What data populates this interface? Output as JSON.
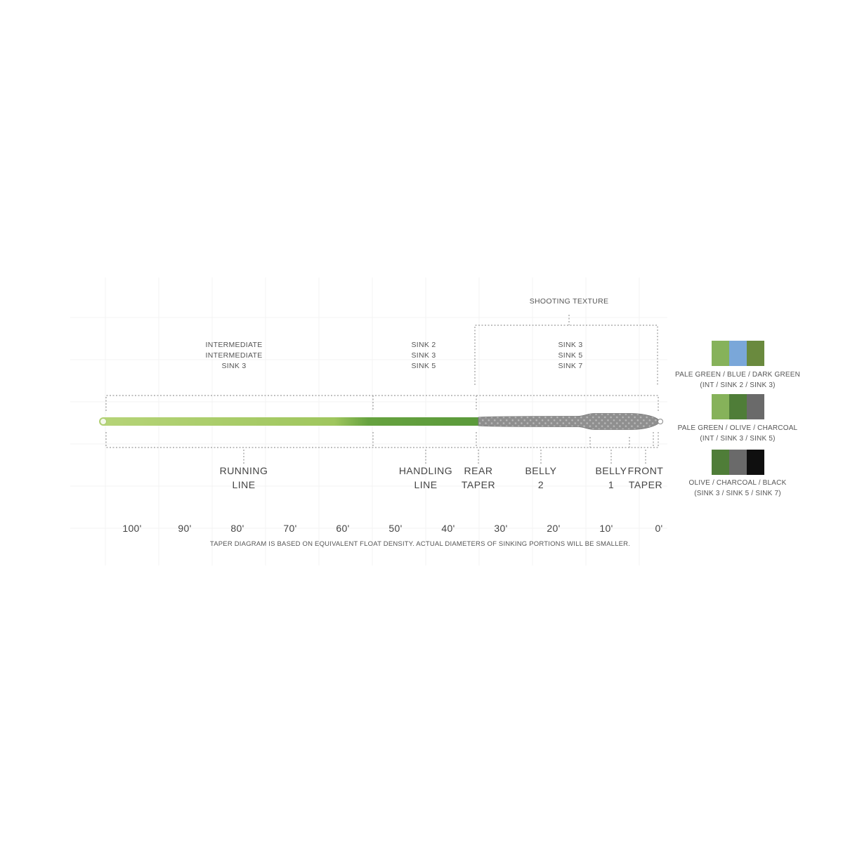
{
  "shooting_texture_label": "SHOOTING TEXTURE",
  "densities": {
    "running": [
      "INTERMEDIATE",
      "INTERMEDIATE",
      "SINK 3"
    ],
    "handling": [
      "SINK 2",
      "SINK 3",
      "SINK 5"
    ],
    "head": [
      "SINK 3",
      "SINK 5",
      "SINK 7"
    ]
  },
  "sections": {
    "running_line": [
      "RUNNING",
      "LINE"
    ],
    "handling_line": [
      "HANDLING",
      "LINE"
    ],
    "rear_taper": [
      "REAR",
      "TAPER"
    ],
    "belly_2": [
      "BELLY",
      "2"
    ],
    "belly_1": [
      "BELLY",
      "1"
    ],
    "front_taper": [
      "FRONT",
      "TAPER"
    ]
  },
  "distances": [
    "100'",
    "90'",
    "80'",
    "70'",
    "60'",
    "50'",
    "40'",
    "30'",
    "20'",
    "10'",
    "0'"
  ],
  "note": "TAPER DIAGRAM IS BASED ON EQUIVALENT FLOAT DENSITY.  ACTUAL DIAMETERS OF SINKING PORTIONS WILL BE SMALLER.",
  "colors": {
    "running_line": "#a9cc68",
    "handling_line": "#5f9f3e",
    "head": "#8c8c8c",
    "pale_green": "#86b25a",
    "blue": "#7aa7d9",
    "dark_green": "#6a8a3e",
    "olive": "#4f7d38",
    "charcoal": "#6a6a6a",
    "black": "#0f0f0f"
  },
  "swatches": [
    {
      "colors": [
        "pale_green",
        "blue",
        "dark_green"
      ],
      "name": "PALE GREEN / BLUE / DARK GREEN",
      "sinks": "(INT / SINK 2 / SINK 3)"
    },
    {
      "colors": [
        "pale_green",
        "olive",
        "charcoal"
      ],
      "name": "PALE GREEN / OLIVE / CHARCOAL",
      "sinks": "(INT / SINK 3 / SINK 5)"
    },
    {
      "colors": [
        "olive",
        "charcoal",
        "black"
      ],
      "name": "OLIVE / CHARCOAL / BLACK",
      "sinks": "(SINK 3 / SINK 5 / SINK 7)"
    }
  ]
}
